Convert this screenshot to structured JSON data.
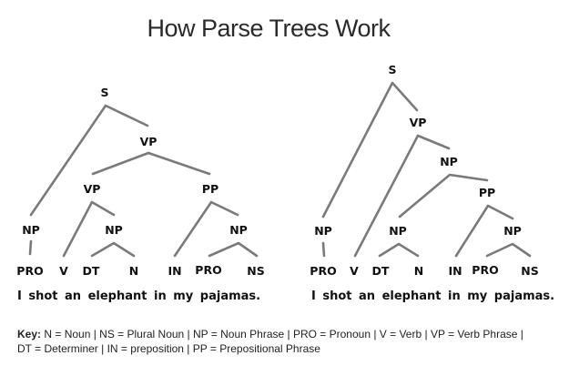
{
  "title": "How Parse Trees Work",
  "trees": [
    {
      "name": "left-tree",
      "sentence": "I shot an elephant in my pajamas.",
      "nodes": {
        "s": "S",
        "vp": "VP",
        "vp_inner": "VP",
        "pp": "PP",
        "np_subj": "NP",
        "np_obj": "NP",
        "np_pp": "NP",
        "pro1": "PRO",
        "v": "V",
        "dt": "DT",
        "n": "N",
        "in": "IN",
        "pro2": "PRO",
        "ns": "NS"
      }
    },
    {
      "name": "right-tree",
      "sentence": "I shot an elephant in my pajamas.",
      "nodes": {
        "s": "S",
        "vp": "VP",
        "np_obj": "NP",
        "pp": "PP",
        "np_subj": "NP",
        "np_inner": "NP",
        "np_pp": "NP",
        "pro1": "PRO",
        "v": "V",
        "dt": "DT",
        "n": "N",
        "in": "IN",
        "pro2": "PRO",
        "ns": "NS"
      }
    }
  ],
  "key": {
    "label": "Key:",
    "text_line1": " N = Noun | NS = Plural Noun | NP = Noun Phrase | PRO = Pronoun | V = Verb | VP = Verb Phrase |",
    "text_line2": "DT = Determiner | IN = preposition | PP = Prepositional Phrase",
    "entries": [
      {
        "abbr": "N",
        "meaning": "Noun"
      },
      {
        "abbr": "NS",
        "meaning": "Plural Noun"
      },
      {
        "abbr": "NP",
        "meaning": "Noun Phrase"
      },
      {
        "abbr": "PRO",
        "meaning": "Pronoun"
      },
      {
        "abbr": "V",
        "meaning": "Verb"
      },
      {
        "abbr": "VP",
        "meaning": "Verb Phrase"
      },
      {
        "abbr": "DT",
        "meaning": "Determiner"
      },
      {
        "abbr": "IN",
        "meaning": "preposition"
      },
      {
        "abbr": "PP",
        "meaning": "Prepositional Phrase"
      }
    ]
  },
  "colors": {
    "edge": "#7a7a7a",
    "text": "#111111",
    "background": "#ffffff"
  }
}
